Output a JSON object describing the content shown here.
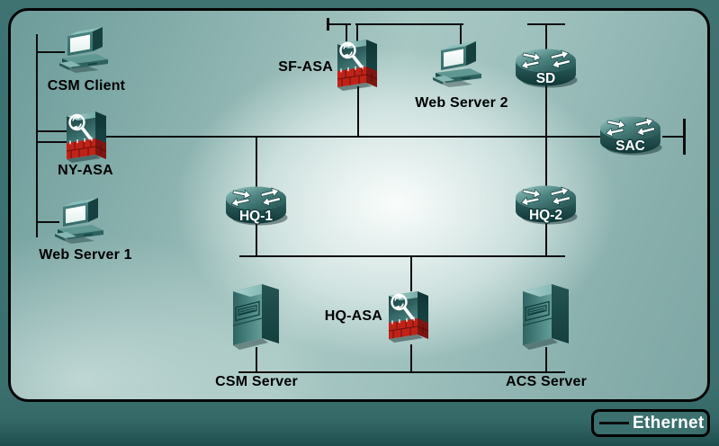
{
  "legend": {
    "label": "Ethernet"
  },
  "nodes": {
    "csm_client": {
      "label": "CSM Client",
      "type": "workstation"
    },
    "ny_asa": {
      "label": "NY-ASA",
      "type": "asa-firewall"
    },
    "web_server_1": {
      "label": "Web Server 1",
      "type": "workstation"
    },
    "sf_asa": {
      "label": "SF-ASA",
      "type": "asa-firewall"
    },
    "web_server_2": {
      "label": "Web Server 2",
      "type": "workstation"
    },
    "sd": {
      "label": "SD",
      "type": "router"
    },
    "sac": {
      "label": "SAC",
      "type": "router"
    },
    "hq_1": {
      "label": "HQ-1",
      "type": "router"
    },
    "hq_2": {
      "label": "HQ-2",
      "type": "router"
    },
    "csm_server": {
      "label": "CSM Server",
      "type": "server"
    },
    "hq_asa": {
      "label": "HQ-ASA",
      "type": "asa-firewall"
    },
    "acs_server": {
      "label": "ACS Server",
      "type": "server"
    }
  },
  "topology": {
    "buses": [
      {
        "id": "left-bus",
        "attached": [
          "CSM Client",
          "NY-ASA",
          "Web Server 1"
        ]
      },
      {
        "id": "top-left-segment",
        "attached": [
          "SF-ASA"
        ]
      },
      {
        "id": "top-mid-segment",
        "attached": [
          "SF-ASA",
          "Web Server 2"
        ]
      },
      {
        "id": "top-right-segment",
        "attached": [
          "SD"
        ]
      },
      {
        "id": "middle-bus",
        "attached": [
          "NY-ASA",
          "SF-ASA",
          "HQ-1",
          "SD",
          "SAC"
        ]
      },
      {
        "id": "hq-bus",
        "attached": [
          "HQ-1",
          "HQ-2",
          "HQ-ASA"
        ]
      },
      {
        "id": "server-bus",
        "attached": [
          "CSM Server",
          "HQ-ASA",
          "ACS Server"
        ]
      }
    ],
    "links": [
      {
        "from": "SD",
        "to": "HQ-2"
      },
      {
        "from": "SAC",
        "to": "right-terminator"
      }
    ],
    "media": "Ethernet"
  },
  "colors": {
    "outer_background": "#3b706f",
    "panel_edge_teal": "#7ea6a4",
    "panel_center_light": "#fdfffe",
    "line": "#0d0d0d",
    "device_teal_dark": "#17403f",
    "device_teal_mid": "#4f8885",
    "device_teal_light": "#9fccc8",
    "firewall_brick_red": "#bf2318",
    "firewall_brick_red_dark": "#7d1512",
    "label_text": "#000000",
    "router_label_text": "#ffffff",
    "legend_text": "#ffffff"
  }
}
